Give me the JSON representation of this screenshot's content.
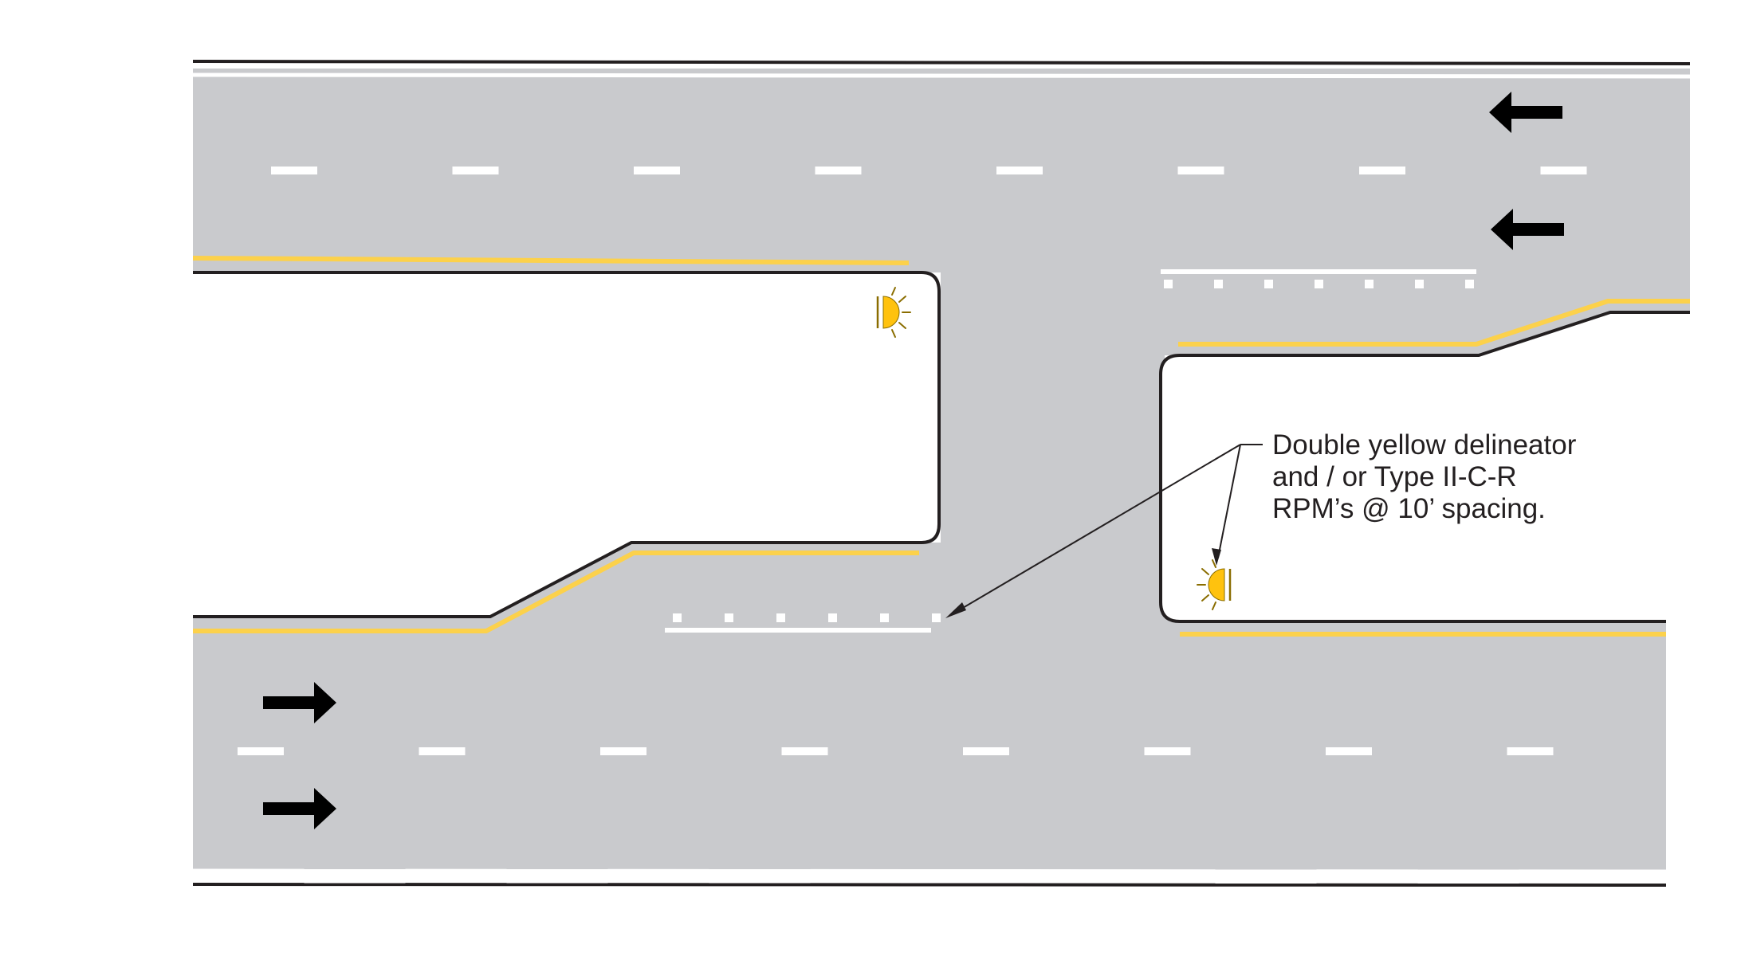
{
  "annotation": {
    "lines": [
      "Double yellow delineator",
      "and / or Type II-C-R",
      "RPM’s @ 10’ spacing."
    ]
  },
  "colors": {
    "pavement": "#c9cacd",
    "edge_line": "#231f20",
    "yellow_line": "#fcd14b",
    "white_marking": "#ffffff",
    "arrow": "#000000",
    "delineator_fill": "#ffc20e",
    "delineator_stroke": "#8a6d00",
    "callout_line": "#231f20"
  },
  "icons": {
    "delineator": "delineator-icon",
    "traffic_arrow": "arrow-icon"
  },
  "traffic_direction": {
    "upper_roadway": "westbound",
    "lower_roadway": "eastbound"
  }
}
